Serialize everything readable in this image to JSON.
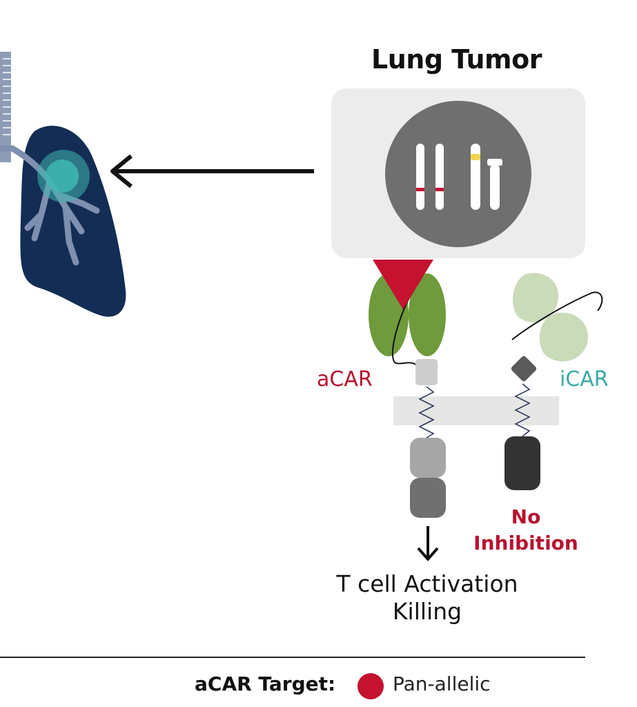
{
  "title": "Lung Tumor",
  "acar_label": "aCAR",
  "icar_label": "iCAR",
  "no_inhibition": "No Inhibition",
  "outcome": "T cell Activation Killing",
  "legend": {
    "label": "aCAR Target:",
    "value": "Pan-allelic",
    "marker_color": "#c4122f"
  },
  "colors": {
    "lung": "#142d55",
    "tumor": "#3fb7b0",
    "airway": "#7e8fb0",
    "acar_antibody": "#6f9b3c",
    "icar_antibody": "#c9dbb9",
    "antigen": "#c4122f",
    "allele_marker": "#f3d34b",
    "membrane": "#e6e6e6",
    "cell_box": "#ececec",
    "nucleus": "#6f6f6f"
  }
}
